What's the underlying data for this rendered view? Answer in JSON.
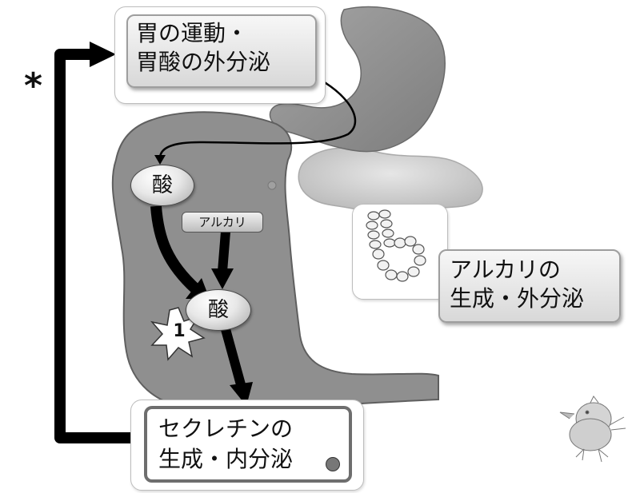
{
  "diagram": {
    "top_box": {
      "line1": "胃の運動・",
      "line2": "胃酸の外分泌"
    },
    "right_box": {
      "line1": "アルカリの",
      "line2": "生成・外分泌"
    },
    "bottom_box": {
      "line1": "セクレチンの",
      "line2": "生成・内分泌"
    },
    "acid_top": "酸",
    "acid_mid": "酸",
    "alkali_label": "アルカリ",
    "star_number": "1",
    "asterisk": "*"
  },
  "colors": {
    "stomach": "#8f8f8f",
    "pancreas": "#cfcfcf",
    "arrow": "#000000"
  },
  "icons": [
    "acinus-cells-icon",
    "chick-doodle-icon",
    "explosion-star-icon"
  ]
}
